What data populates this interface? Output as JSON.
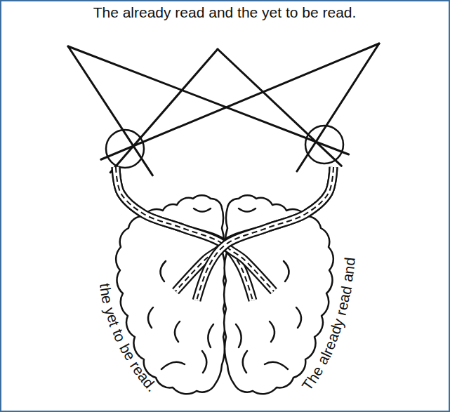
{
  "diagram": {
    "labels": [
      "The already read and the yet to be read.",
      "the yet to be read.",
      "The already read and"
    ]
  }
}
